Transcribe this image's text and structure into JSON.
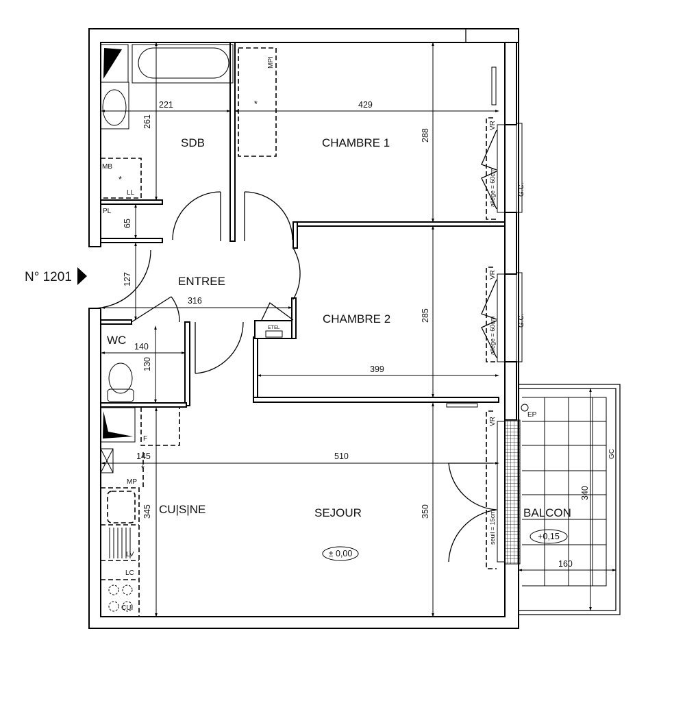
{
  "unit_number": "N° 1201",
  "rooms": {
    "sdb": "SDB",
    "chambre1": "CHAMBRE 1",
    "entree": "ENTREE",
    "chambre2": "CHAMBRE 2",
    "wc": "WC",
    "cuisine": "CU|S|NE",
    "sejour": "SEJOUR",
    "balcon": "BALCON"
  },
  "levels": {
    "sejour": "± 0,00",
    "balcon": "+0,15"
  },
  "dimensions": {
    "sdb_width": "221",
    "sdb_depth": "261",
    "chambre1_width": "429",
    "chambre1_depth": "288",
    "pl_depth": "65",
    "entree_depth": "127",
    "entree_width": "316",
    "chambre2_depth": "285",
    "chambre2_width": "399",
    "wc_width": "140",
    "wc_depth": "130",
    "cuisine_width": "145",
    "sejour_width": "510",
    "cuisine_depth": "345",
    "sejour_depth": "350",
    "balcon_depth": "340",
    "balcon_width": "160"
  },
  "fixtures": {
    "mpi": "MPI",
    "mb": "MB",
    "ll": "LL",
    "pl": "PL",
    "etel": "ETEL",
    "f": "F",
    "mp": "MP",
    "lv": "LV",
    "lc": "LC",
    "cui": "CUI",
    "ep": "EP",
    "gc": "GC",
    "gc2": "G.C.",
    "vr": "VR",
    "allege": "allège = 60cm",
    "seuil": "seuil = 15cm"
  }
}
